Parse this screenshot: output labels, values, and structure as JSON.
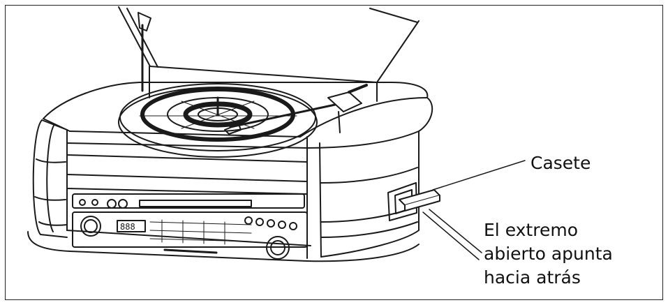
{
  "callouts": {
    "cassette": "Casete",
    "orientation_note": [
      "El extremo",
      "abierto apunta",
      "hacia atrás"
    ]
  },
  "colors": {
    "line": "#1a1a1a",
    "background": "#ffffff"
  }
}
